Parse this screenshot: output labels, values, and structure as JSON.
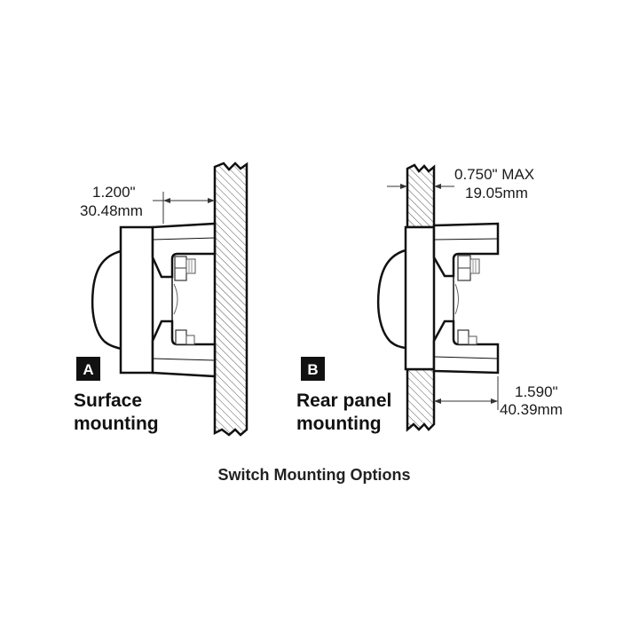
{
  "diagram": {
    "title": "Switch Mounting Options",
    "colors": {
      "line": "#111111",
      "hatch": "#555555",
      "badge_bg": "#111111",
      "badge_fg": "#ffffff"
    },
    "panel_a": {
      "badge": "A",
      "label_line1": "Surface",
      "label_line2": "mounting",
      "dimension": {
        "imperial": "1.200\"",
        "metric": "30.48mm"
      }
    },
    "panel_b": {
      "badge": "B",
      "label_line1": "Rear panel",
      "label_line2": "mounting",
      "panel_thickness": {
        "imperial": "0.750\" MAX",
        "metric": "19.05mm"
      },
      "dimension": {
        "imperial": "1.590\"",
        "metric": "40.39mm"
      }
    }
  }
}
